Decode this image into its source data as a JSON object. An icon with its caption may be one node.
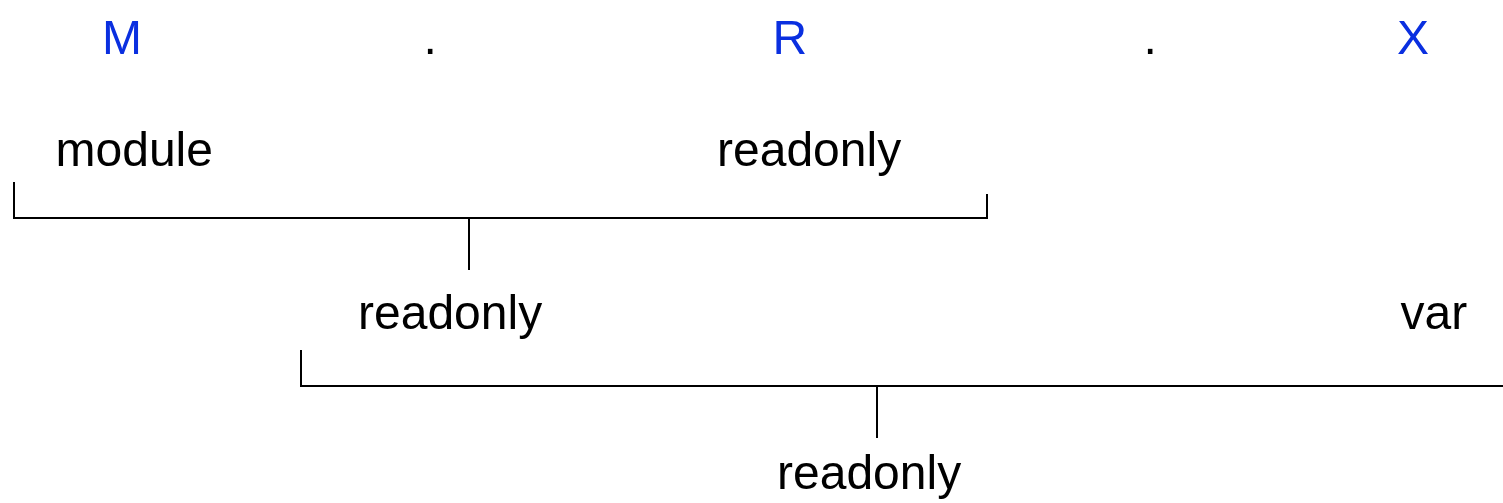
{
  "diagram": {
    "labels": [
      "M",
      ".",
      "R",
      ".",
      "X",
      "module",
      "readonly",
      "readonly",
      "var",
      "readonly"
    ]
  }
}
